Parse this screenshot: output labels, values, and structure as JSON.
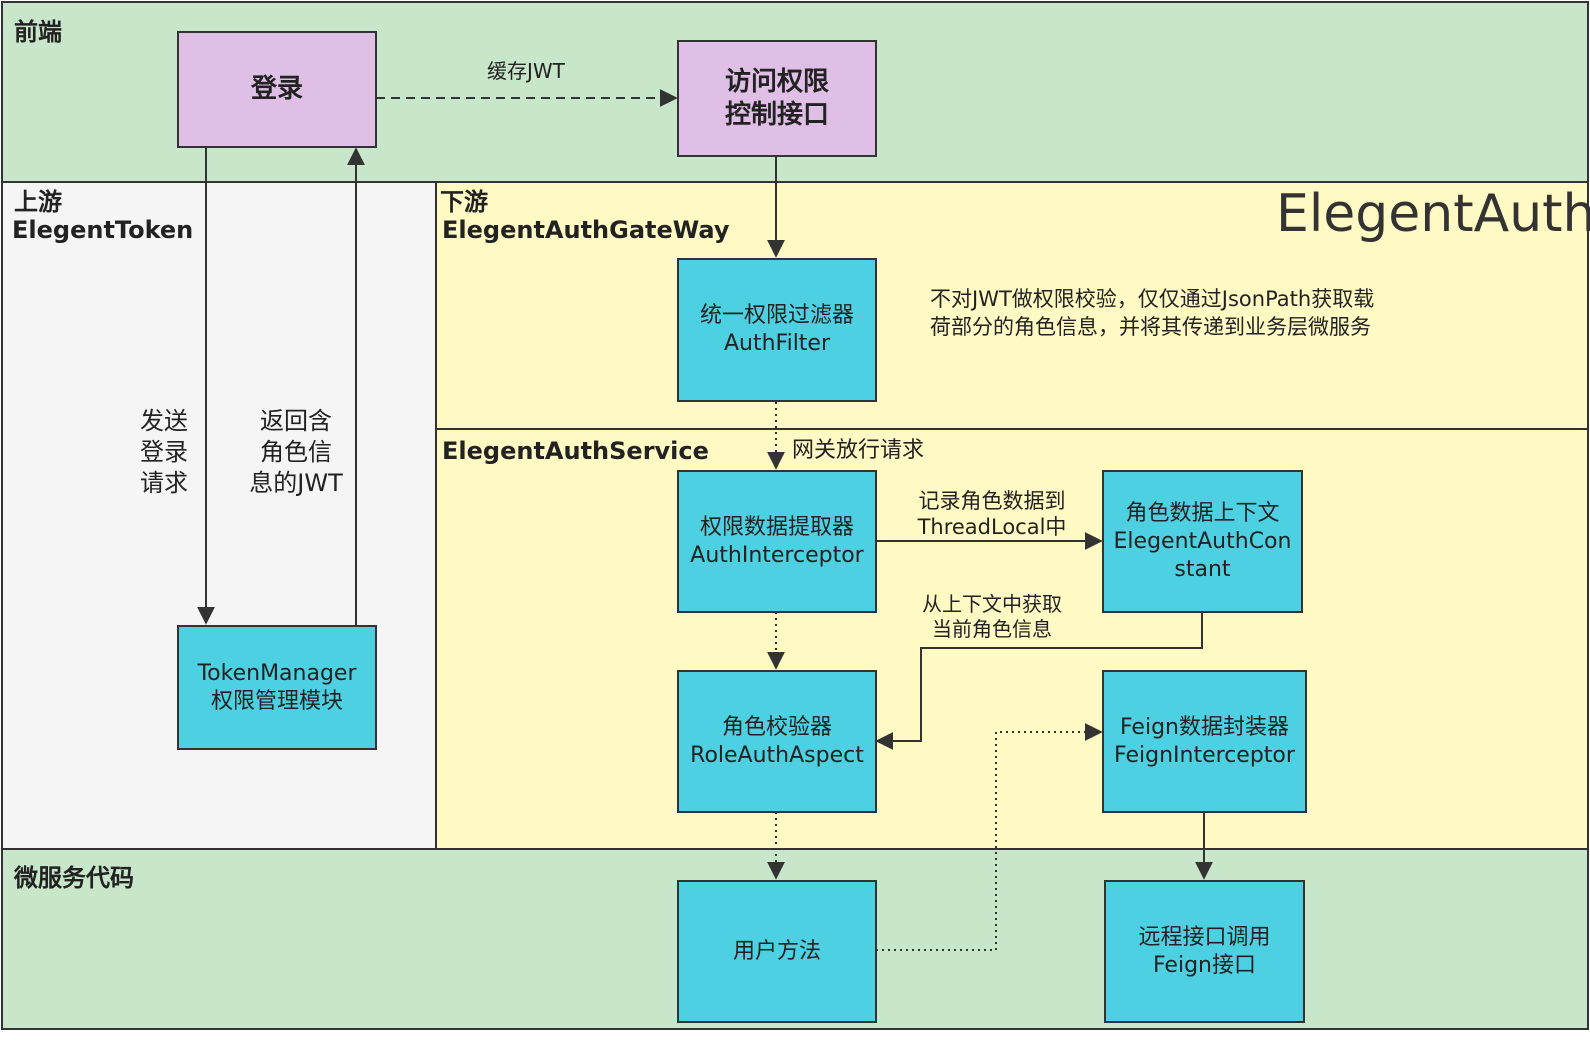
{
  "zones": {
    "frontend": "前端",
    "upstream_title": "上游",
    "upstream_name": "ElegentToken",
    "downstream_title": "下游",
    "downstream_name": "ElegentAuthGateWay",
    "service_name": "ElegentAuthService",
    "microservice": "微服务代码"
  },
  "brand": "ElegentAuth",
  "boxes": {
    "login": "登录",
    "access_line1": "访问权限",
    "access_line2": "控制接口",
    "authfilter_line1": "统一权限过滤器",
    "authfilter_line2": "AuthFilter",
    "interceptor_line1": "权限数据提取器",
    "interceptor_line2": "AuthInterceptor",
    "context_line1": "角色数据上下文",
    "context_line2": "ElegentAuthCon",
    "context_line3": "stant",
    "role_line1": "角色校验器",
    "role_line2": "RoleAuthAspect",
    "feign_line1": "Feign数据封装器",
    "feign_line2": "FeignInterceptor",
    "token_line1": "TokenManager",
    "token_line2": "权限管理模块",
    "user_method": "用户方法",
    "remote_line1": "远程接口调用",
    "remote_line2": "Feign接口"
  },
  "labels": {
    "cache_jwt": "缓存JWT",
    "send_line1": "发送",
    "send_line2": "登录",
    "send_line3": "请求",
    "return_line1": "返回含",
    "return_line2": "角色信",
    "return_line3": "息的JWT",
    "gateway_note_line1": "不对JWT做权限校验，仅仅通过JsonPath获取载",
    "gateway_note_line2": "荷部分的角色信息，并将其传递到业务层微服务",
    "gateway_pass": "网关放行请求",
    "record_line1": "记录角色数据到",
    "record_line2": "ThreadLocal中",
    "fetch_line1": "从上下文中获取",
    "fetch_line2": "当前角色信息"
  },
  "colors": {
    "frontend_bg": "#c8e6c9",
    "upstream_bg": "#f5f5f5",
    "downstream_bg": "#fff9c4",
    "purple_box": "#e0bfe6",
    "cyan_box": "#4dd0e1"
  }
}
